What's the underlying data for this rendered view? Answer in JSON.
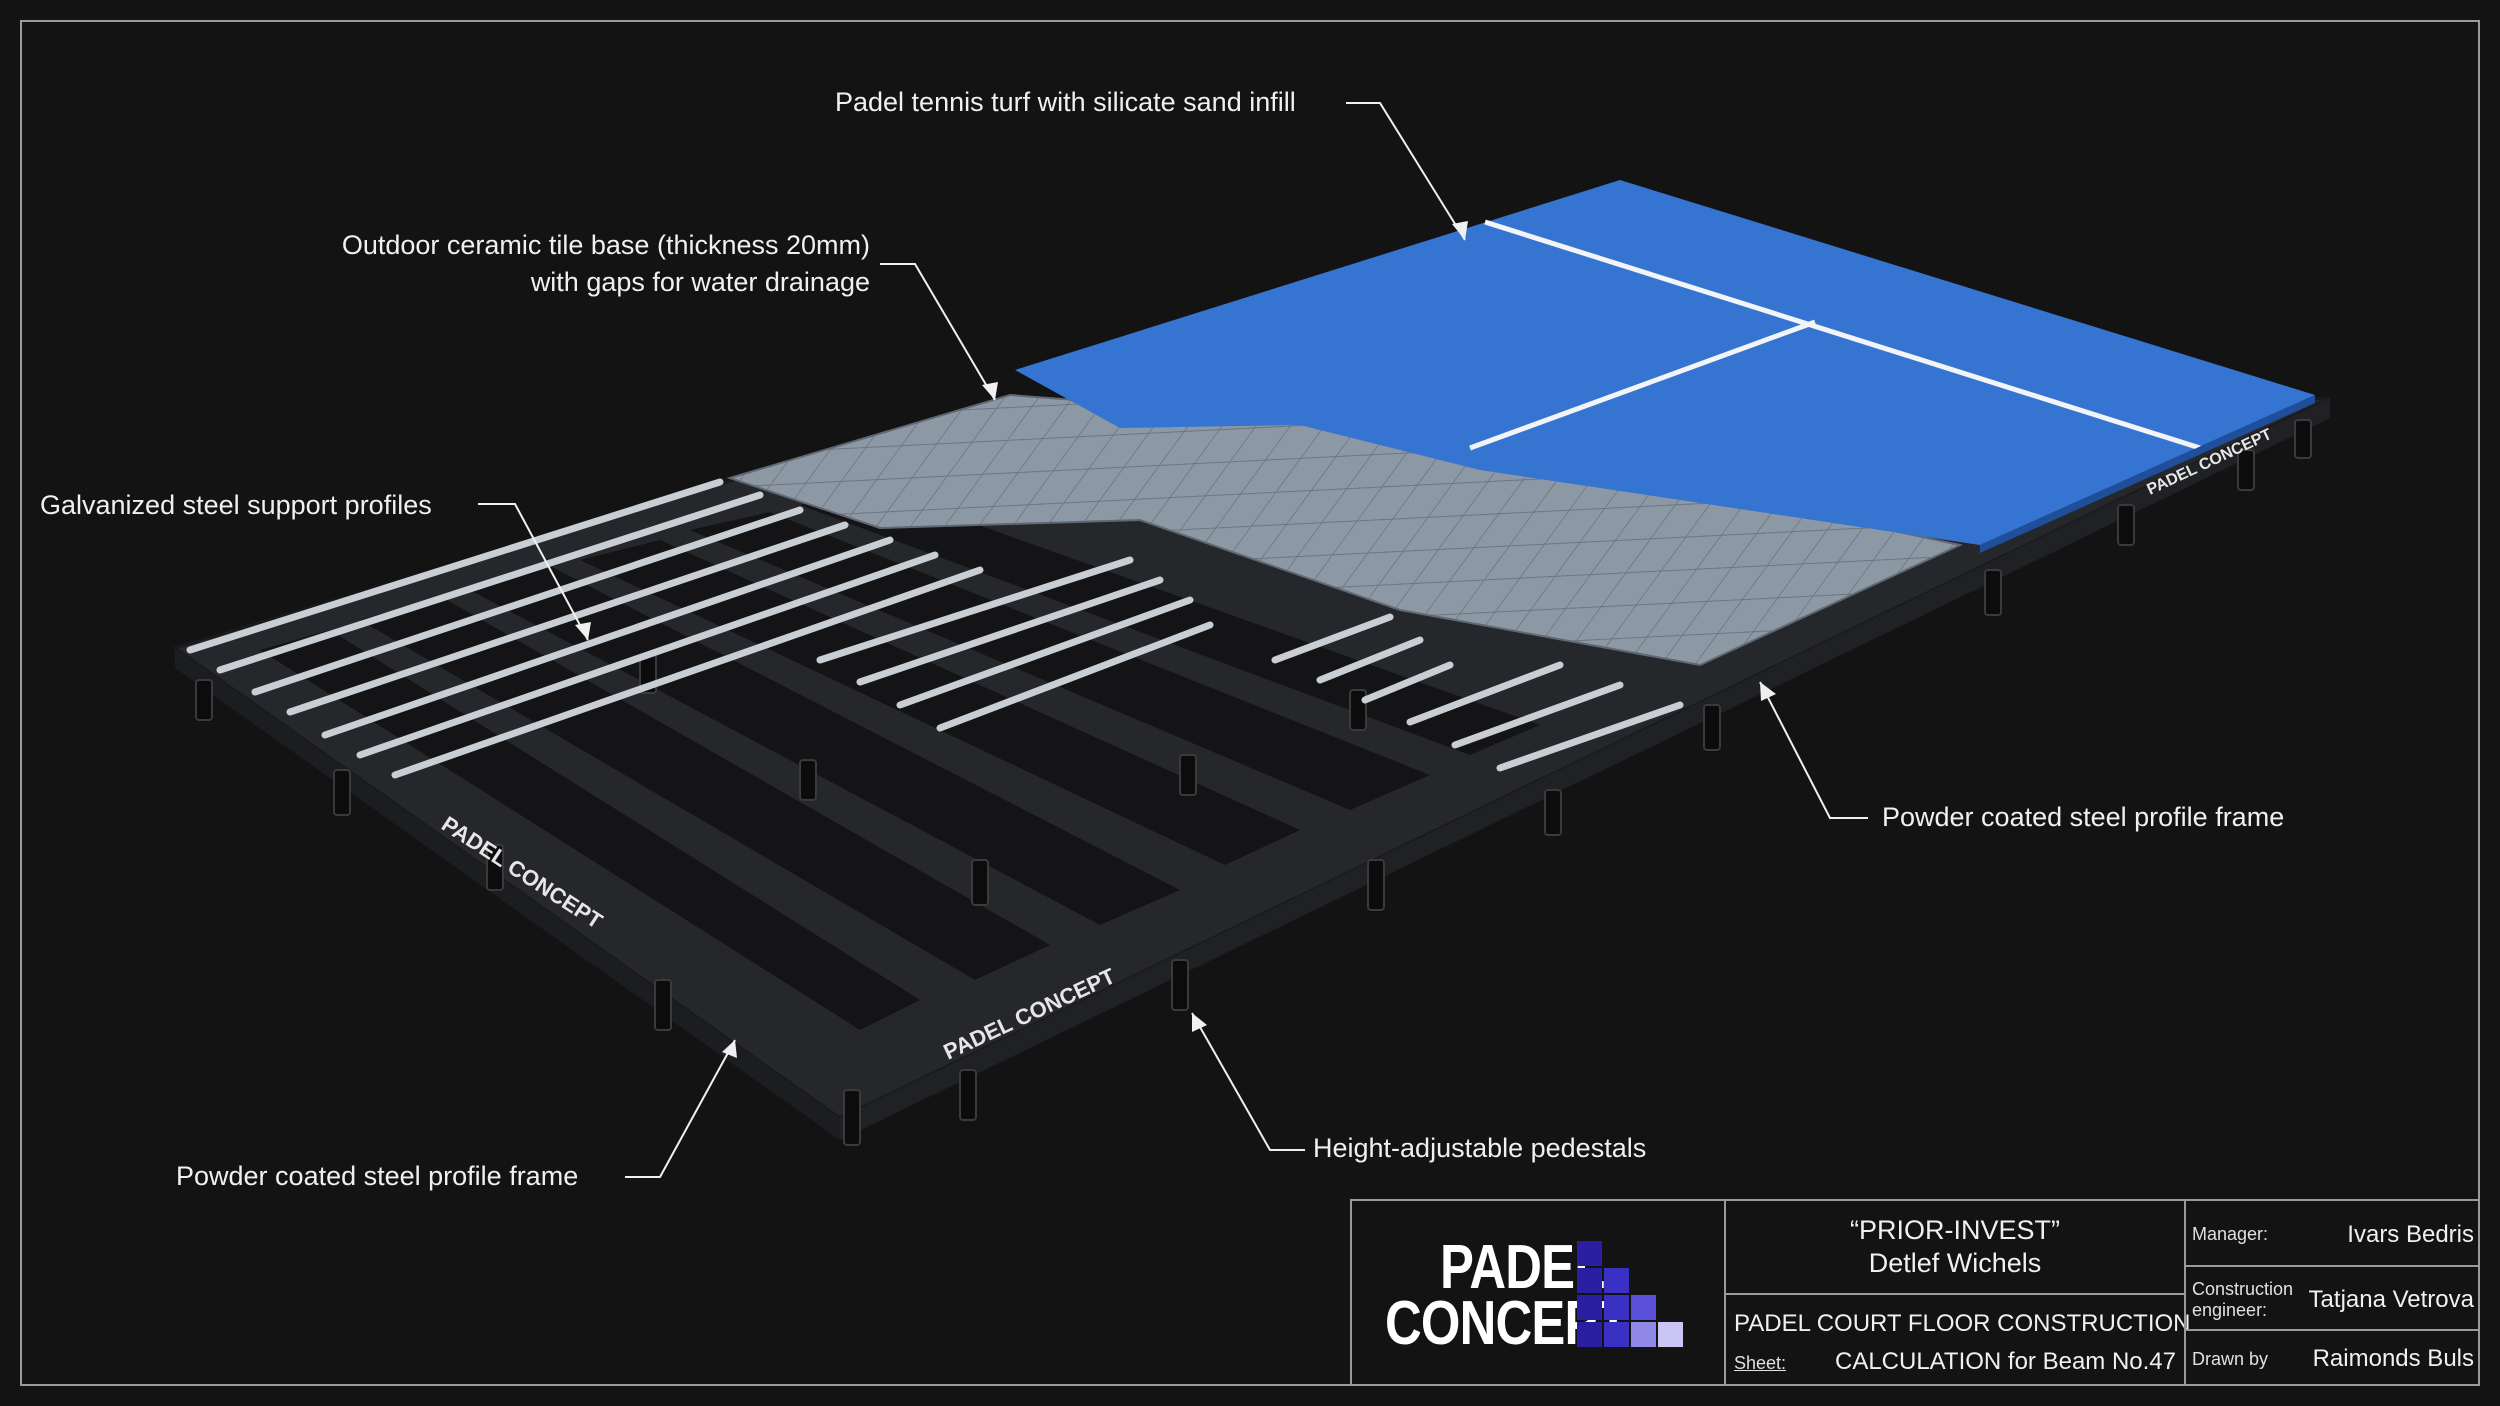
{
  "callouts": {
    "turf": "Padel tennis turf with silicate sand infill",
    "tile_line1": "Outdoor ceramic tile base (thickness 20mm)",
    "tile_line2": "with gaps for water drainage",
    "profiles": "Galvanized steel support profiles",
    "frame_right": "Powder coated steel profile frame",
    "frame_left": "Powder coated steel profile frame",
    "pedestals": "Height-adjustable pedestals"
  },
  "frame_marking": "PADEL CONCEPT",
  "title_block": {
    "logo_line1": "PADEL",
    "logo_line2": "CONCEPT",
    "client_line1": "“PRIOR-INVEST”",
    "client_line2": "Detlef Wichels",
    "project_title": "PADEL COURT FLOOR CONSTRUCTION",
    "sheet_label": "Sheet:",
    "sheet_value": "CALCULATION for Beam No.47",
    "manager_label": "Manager:",
    "manager_value": "Ivars Bedris",
    "engineer_label_1": "Construction",
    "engineer_label_2": "engineer:",
    "engineer_value": "Tatjana Vetrova",
    "drawn_label": "Drawn by",
    "drawn_value": "Raimonds Buls"
  },
  "colors": {
    "background": "#131313",
    "turf": "#3674d2",
    "tile": "#8e99a6",
    "steel_frame": "#2a2b2e",
    "galvanized": "#c9ced4",
    "logo_squares": [
      "#2a1fa0",
      "#3a30c4",
      "#5a4fd8",
      "#8f88e6",
      "#c9c6f3"
    ]
  }
}
